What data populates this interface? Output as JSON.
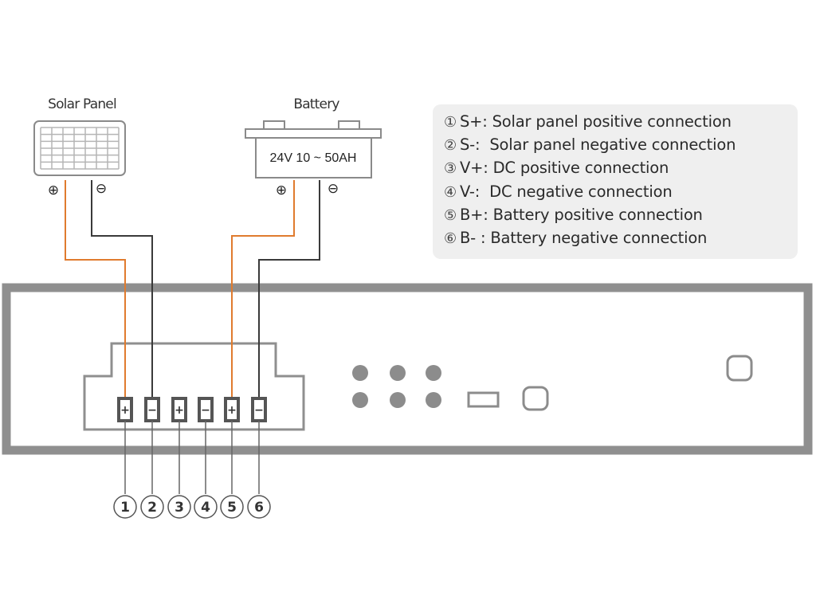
{
  "solar_panel": {
    "label": "Solar Panel",
    "pos_symbol": "⊕",
    "neg_symbol": "⊖"
  },
  "battery": {
    "label": "Battery",
    "spec": "24V 10 ~ 50AH",
    "pos_symbol": "⊕",
    "neg_symbol": "⊖"
  },
  "legend": {
    "items": [
      {
        "num": "①",
        "text": "S+: Solar panel positive connection"
      },
      {
        "num": "②",
        "text": "S-:  Solar panel negative connection"
      },
      {
        "num": "③",
        "text": "V+: DC positive connection"
      },
      {
        "num": "④",
        "text": "V-:  DC negative connection"
      },
      {
        "num": "⑤",
        "text": "B+: Battery positive connection"
      },
      {
        "num": "⑥",
        "text": "B- : Battery negative connection"
      }
    ]
  },
  "terminals": [
    {
      "symbol": "+",
      "num": "1"
    },
    {
      "symbol": "−",
      "num": "2"
    },
    {
      "symbol": "+",
      "num": "3"
    },
    {
      "symbol": "−",
      "num": "4"
    },
    {
      "symbol": "+",
      "num": "5"
    },
    {
      "symbol": "−",
      "num": "6"
    }
  ],
  "colors": {
    "positive_wire": "#e07b2e",
    "negative_wire": "#3a3a3a",
    "housing": "#8f8f8f",
    "legend_bg": "#efefef"
  }
}
